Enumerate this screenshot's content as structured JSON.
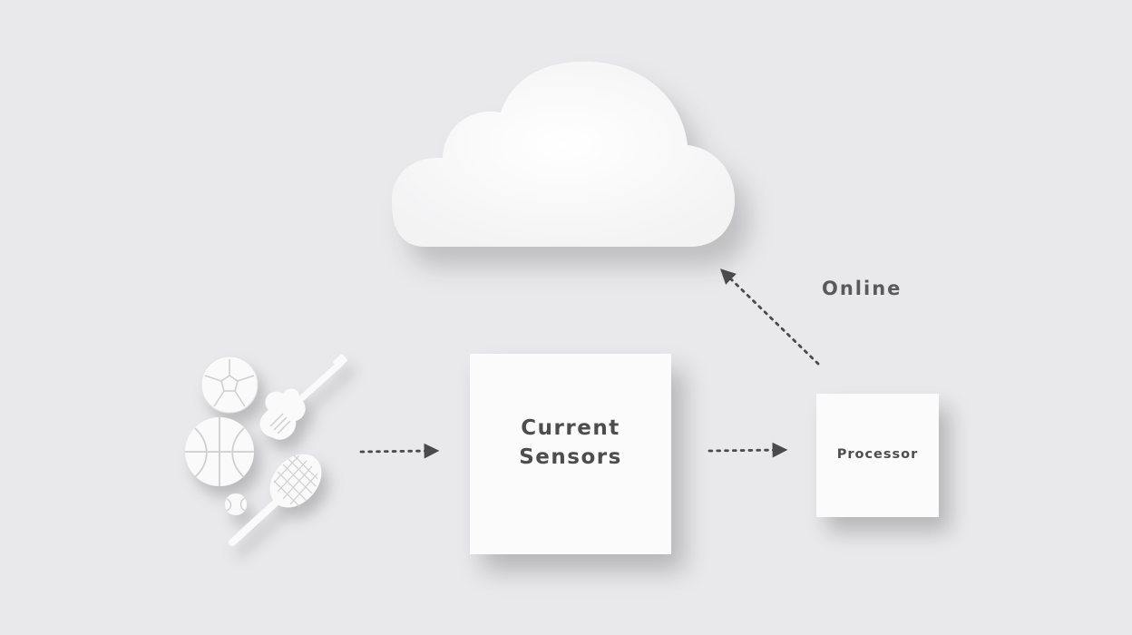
{
  "nodes": {
    "sensors_label_line1": "Current",
    "sensors_label_line2": "Sensors",
    "processor_label": "Processor"
  },
  "edges": {
    "online_label": "Online"
  },
  "icons": {
    "cloud": "cloud-icon",
    "soccer_ball": "soccer-ball-icon",
    "guitar": "guitar-icon",
    "basketball": "basketball-icon",
    "tennis_racket": "tennis-racket-icon",
    "tennis_ball": "tennis-ball-icon"
  },
  "colors": {
    "background": "#e9e9eb",
    "box_fill": "#fbfbfb",
    "text": "#4d4d4d",
    "arrow": "#4a4a4a"
  }
}
